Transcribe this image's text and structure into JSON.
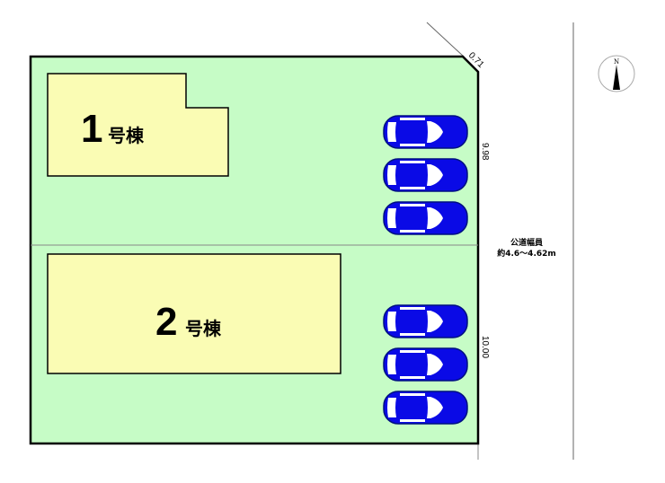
{
  "buildings": [
    {
      "number": "1",
      "suffix": "号棟"
    },
    {
      "number": "2",
      "suffix": "号棟"
    }
  ],
  "dimensions": {
    "corner_cut": "0.71",
    "lot1_frontage": "9.98",
    "lot2_frontage": "10.00"
  },
  "road": {
    "line1": "公道幅員",
    "line2": "約4.6〜4.62m"
  },
  "compass": {
    "label": "N"
  },
  "parking_count": 6,
  "colors": {
    "lot": "#c6fcc6",
    "building": "#fafcb4",
    "car": "#0a0ae6"
  }
}
